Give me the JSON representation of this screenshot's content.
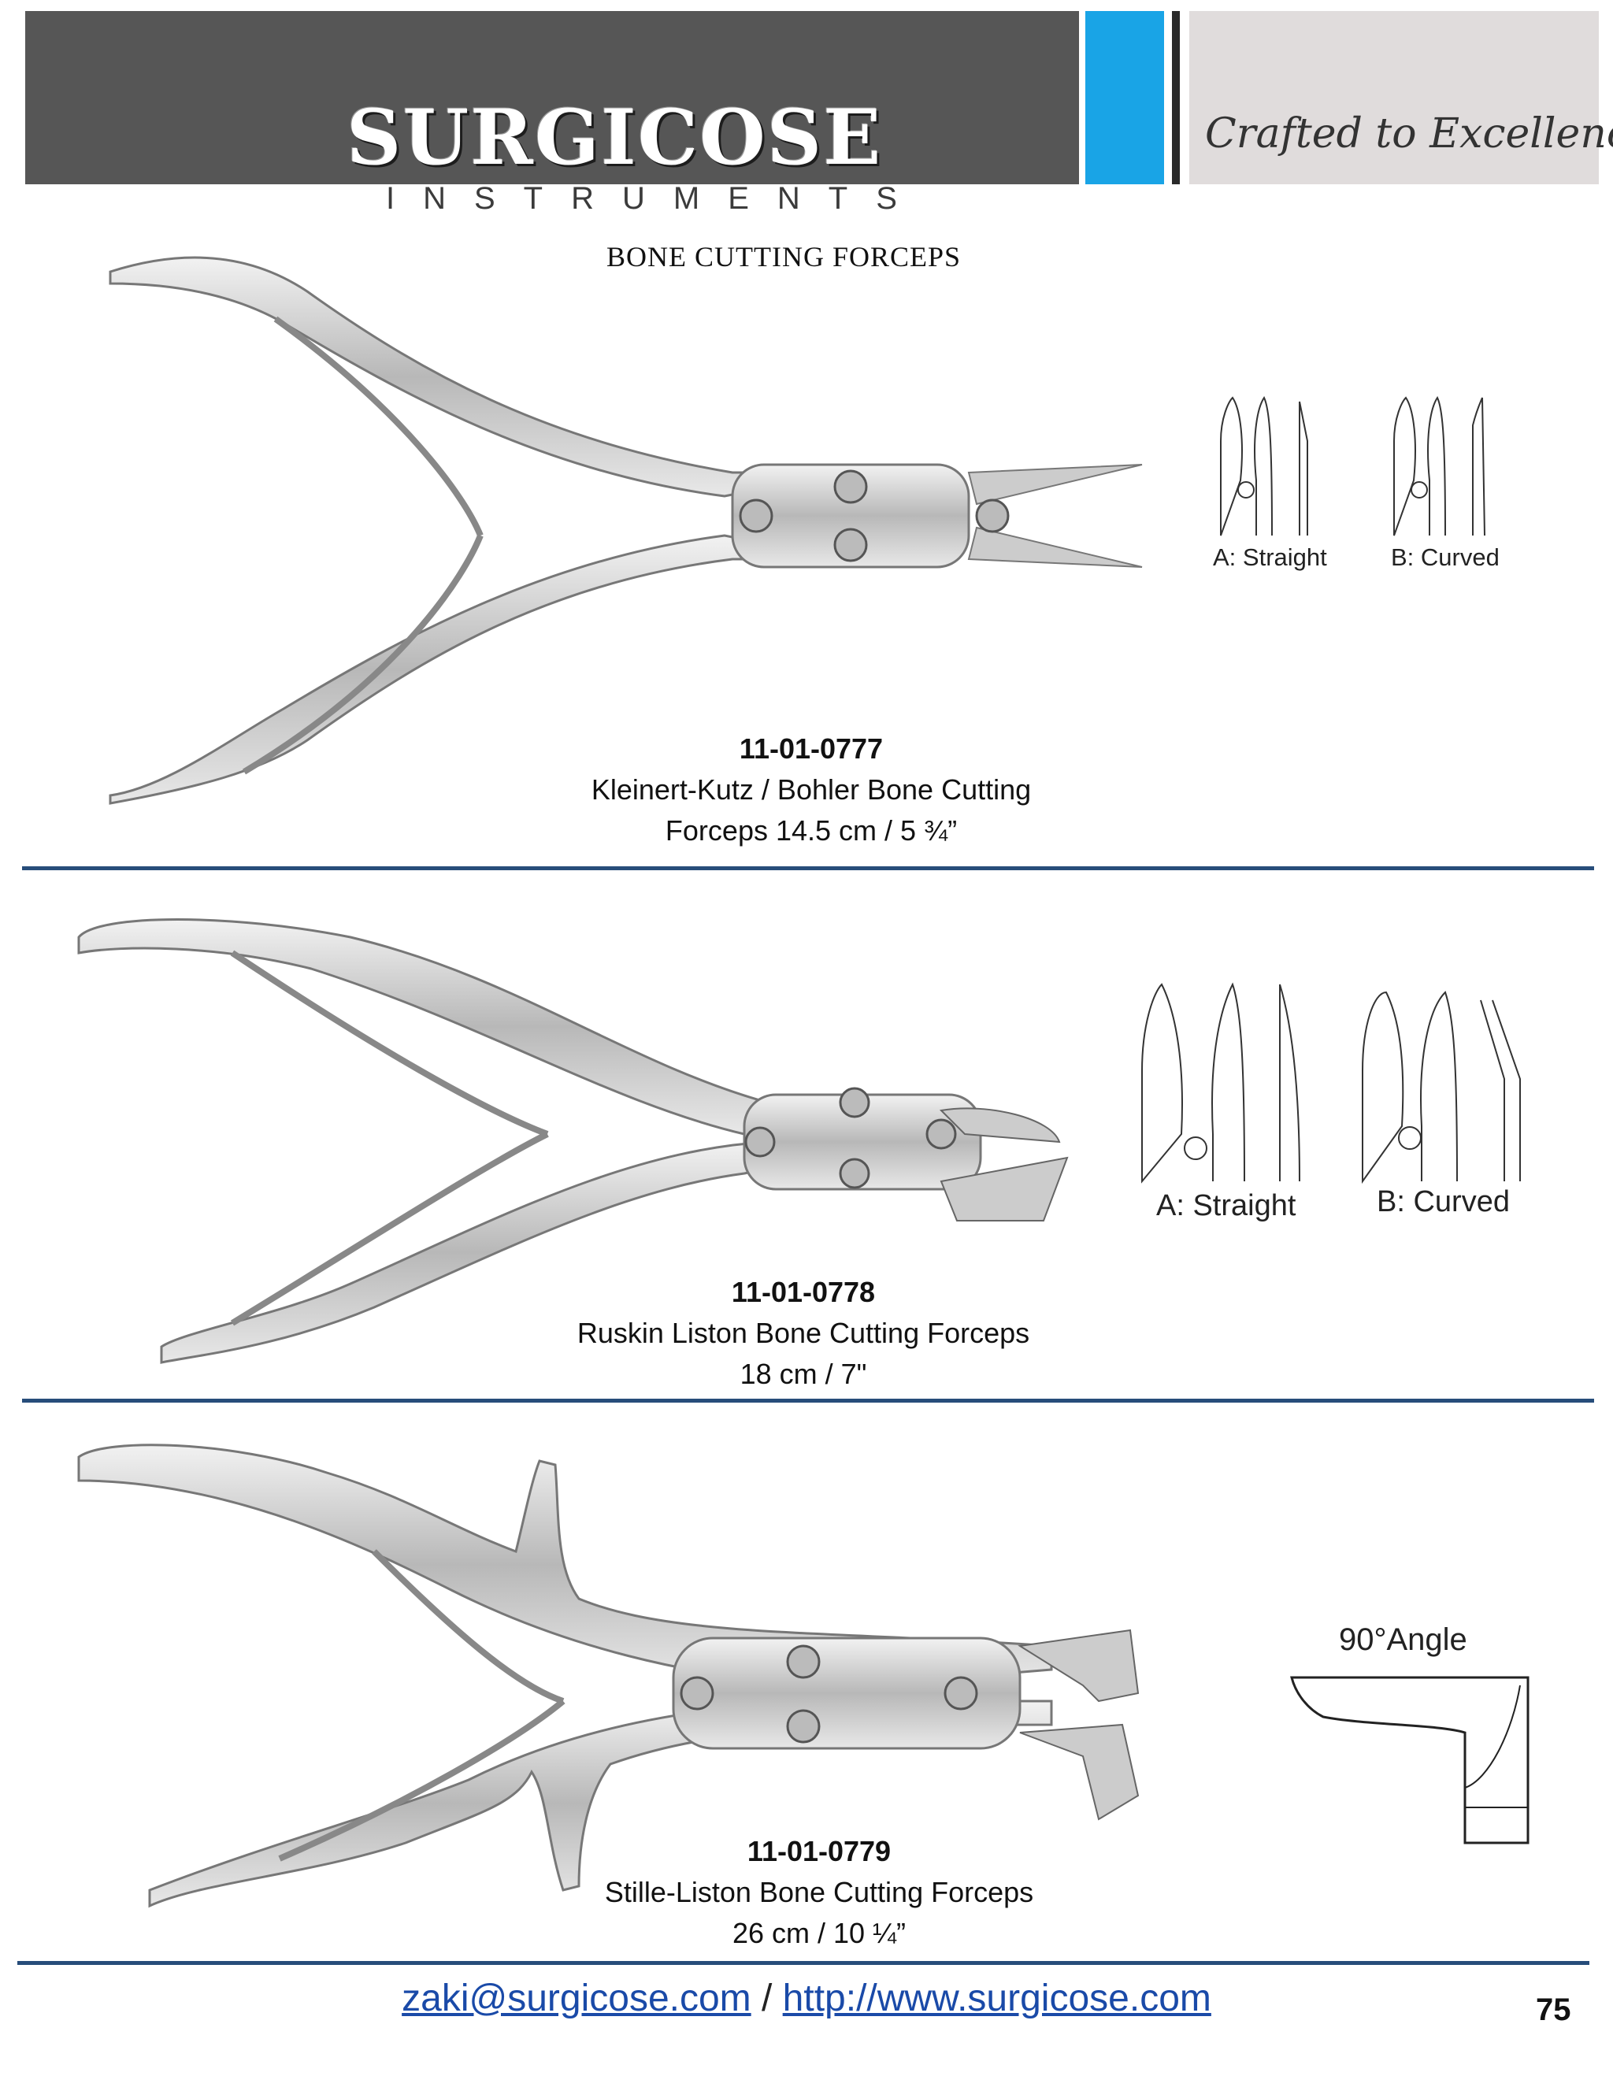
{
  "brand": {
    "name": "SURGICOSE",
    "subtitle": "INSTRUMENTS",
    "tagline": "Crafted to Excellence"
  },
  "colors": {
    "header_dark": "#565656",
    "header_accent": "#19a4e6",
    "header_light": "#e0dcdc",
    "divider": "#274d7a",
    "link": "#1a4aa8"
  },
  "page_title": "BONE CUTTING FORCEPS",
  "products": [
    {
      "code": "11-01-0777",
      "name_line1": "Kleinert-Kutz / Bohler Bone Cutting",
      "name_line2": "Forceps 14.5 cm / 5 ¾”",
      "tip_options": [
        "A: Straight",
        "B:  Curved"
      ]
    },
    {
      "code": "11-01-0778",
      "name_line1": "Ruskin Liston Bone Cutting Forceps",
      "name_line2": "18 cm / 7\"",
      "tip_options": [
        "A: Straight",
        "B: Curved"
      ]
    },
    {
      "code": "11-01-0779",
      "name_line1": "Stille-Liston Bone Cutting Forceps",
      "name_line2": "26 cm / 10 ¼”",
      "tip_options": [
        "90°Angle"
      ]
    }
  ],
  "footer": {
    "email": "zaki@surgicose.com",
    "separator": " / ",
    "website": "http://www.surgicose.com"
  },
  "page_number": "75"
}
